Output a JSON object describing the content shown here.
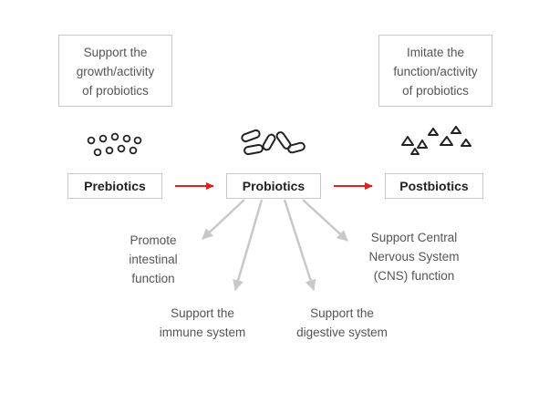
{
  "boxes": {
    "left_note": [
      "Support the",
      "growth/activity",
      "of probiotics"
    ],
    "right_note": [
      "Imitate the",
      "function/activity",
      "of probiotics"
    ]
  },
  "labels": {
    "prebiotics": "Prebiotics",
    "probiotics": "Probiotics",
    "postbiotics": "Postbiotics"
  },
  "effects": {
    "intestinal": [
      "Promote",
      "intestinal",
      "function"
    ],
    "immune": [
      "Support the",
      "immune system"
    ],
    "digestive": [
      "Support the",
      "digestive system"
    ],
    "cns": [
      "Support Central",
      "Nervous System",
      "(CNS) function"
    ]
  },
  "colors": {
    "flow_arrow": "#e02020",
    "effect_arrow": "#c8c8c8",
    "icon_stroke": "#222222"
  }
}
